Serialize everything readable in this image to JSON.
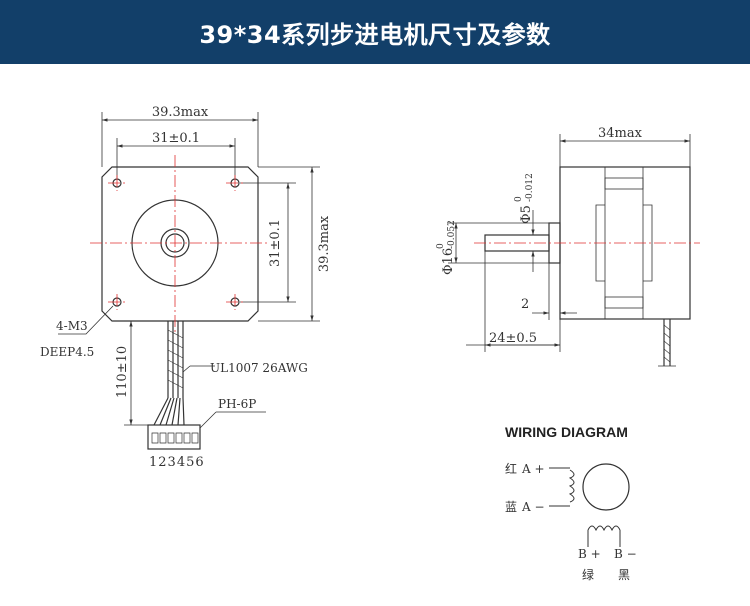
{
  "header": {
    "title": "39*34系列步进电机尺寸及参数"
  },
  "front_view": {
    "overall_width": "39.3max",
    "hole_spacing_h": "31±0.1",
    "hole_spacing_v": "31±0.1",
    "overall_height": "39.3max",
    "hole_thread": "4-M3",
    "hole_depth": "DEEP4.5",
    "lead_length": "110±10",
    "wire_spec": "UL1007 26AWG",
    "connector": "PH-6P",
    "pin_numbers": "123456"
  },
  "side_view": {
    "body_length": "34max",
    "shaft_dia_label": "Φ5",
    "shaft_tol_upper": "0",
    "shaft_tol_lower": "-0.012",
    "boss_dia_label": "Φ16",
    "boss_tol_upper": "0",
    "boss_tol_lower": "-0.052",
    "boss_height": "2",
    "shaft_length": "24±0.5"
  },
  "wiring": {
    "title": "WIRING DIAGRAM",
    "a_plus_color": "红",
    "a_plus": "A +",
    "a_minus_color": "蓝",
    "a_minus": "A −",
    "b_plus": "B +",
    "b_minus": "B −",
    "b_plus_color": "绿",
    "b_minus_color": "黑"
  },
  "colors": {
    "header_bg": "#123f69",
    "center_line": "#e03030",
    "line": "#333333"
  }
}
